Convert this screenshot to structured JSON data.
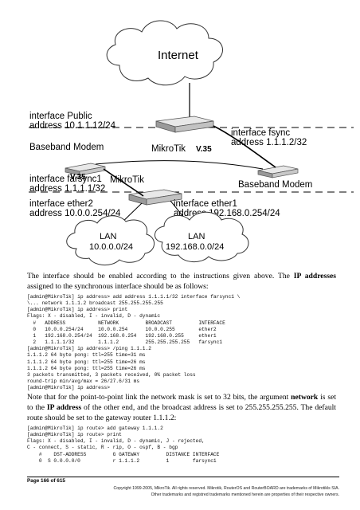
{
  "diagram": {
    "internet": "Internet",
    "iface_public_1": "interface Public",
    "iface_public_2": "address 10.1.1.12/24",
    "iface_fsync_1": "interface fsync",
    "iface_fsync_2": "address 1.1.1.2/32",
    "baseband_modem_left": "Baseband Modem",
    "mikrotik_top": "MikroTik",
    "v35_top": "V.35",
    "v35_bottom": "V.35",
    "mikrotik_bottom": "MikroTik",
    "baseband_modem_right": "Baseband Modem",
    "iface_farsync1_1": "interface farsync1",
    "iface_farsync1_2": "address 1.1.1.1/32",
    "iface_ether2_1": "interface ether2",
    "iface_ether2_2": "address 10.0.0.254/24",
    "iface_ether1_1": "interface ether1",
    "iface_ether1_2": "address 192.168.0.254/24",
    "lan_left_1": "LAN",
    "lan_left_2": "10.0.0.0/24",
    "lan_right_1": "LAN",
    "lan_right_2": "192.168.0.0/24"
  },
  "para1": {
    "before": "The interface should be enabled according to the instructions given above. The ",
    "bold": "IP addresses",
    "after": " assigned to the synchronous interface should be as follows:"
  },
  "code1": "[admin@MikroTik] ip address> add address 1.1.1.1/32 interface farsync1 \\\n\\... network 1.1.1.2 broadcast 255.255.255.255\n[admin@MikroTik] ip address> print\nFlags: X - disabled, I - invalid, D - dynamic\n  #   ADDRESS           NETWORK         BROADCAST         INTERFACE\n  0   10.0.0.254/24     10.0.0.254      10.0.0.255        ether2\n  1   192.168.0.254/24  192.168.0.254   192.168.0.255     ether1\n  2   1.1.1.1/32        1.1.1.2         255.255.255.255   farsync1\n[admin@MikroTik] ip address> /ping 1.1.1.2\n1.1.1.2 64 byte pong: ttl=255 time=31 ms\n1.1.1.2 64 byte pong: ttl=255 time=26 ms\n1.1.1.2 64 byte pong: ttl=255 time=26 ms\n3 packets transmitted, 3 packets received, 0% packet loss\nround-trip min/avg/max = 26/27.6/31 ms\n[admin@MikroTik] ip address>",
  "para2": {
    "p1": "Note that for the point-to-point link the network mask is set to 32 bits, the argument ",
    "b1": "network",
    "p2": " is set to the ",
    "b2": "IP address",
    "p3": " of the other end, and the broadcast address is set to 255.255.255.255. The default route should be set to the gateway router 1.1.1.2:"
  },
  "code2": "[admin@MikroTik] ip route> add gateway 1.1.1.2\n[admin@MikroTik] ip route> print\nFlags: X - disabled, I - invalid, D - dynamic, J - rejected,\nC - connect, S - static, R - rip, O - ospf, B - bgp\n    #    DST-ADDRESS         G GATEWAY         DISTANCE INTERFACE\n    0  S 0.0.0.0/0           r 1.1.1.2         1        farsync1",
  "footer": {
    "page": "Page 166 of 615",
    "copyright": "Copyright 1999-2005, MikroTik. All rights reserved. Mikrotik, RouterOS and RouterBOARD are trademarks of Mikrotikls SIA.",
    "trademarks": "Other trademarks and registred trademarks mentioned herein are properties of their respective owners."
  }
}
